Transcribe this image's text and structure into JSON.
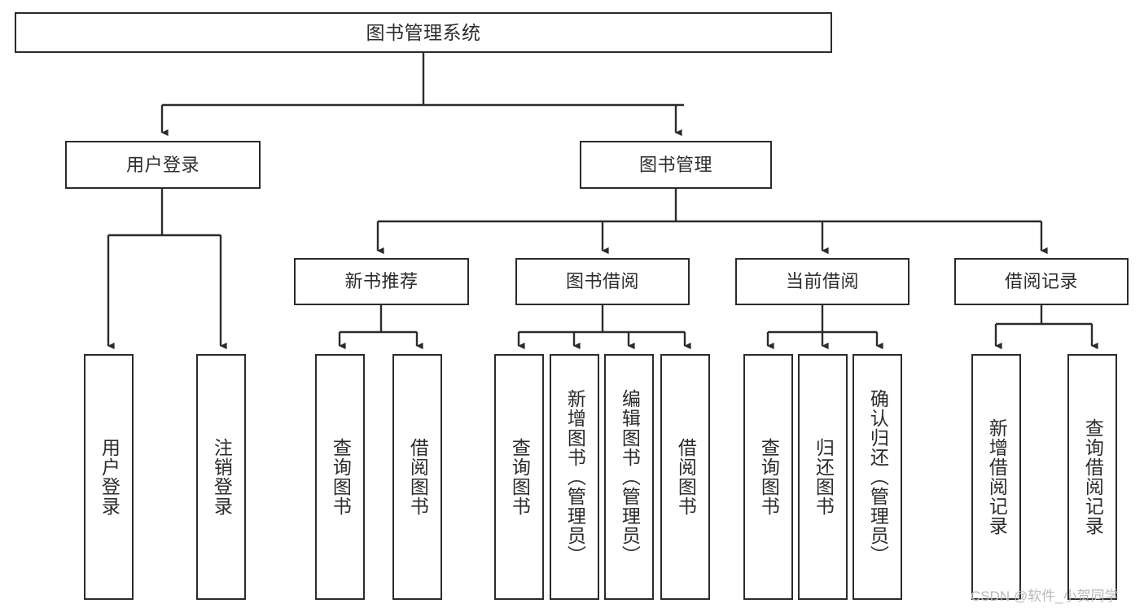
{
  "diagram": {
    "title": "图书管理系统",
    "type": "hierarchy-tree",
    "levels": 4
  },
  "root": {
    "id": "root",
    "label": "图书管理系统"
  },
  "level1": [
    {
      "id": "user-login",
      "label": "用户登录"
    },
    {
      "id": "book-management",
      "label": "图书管理"
    }
  ],
  "level2": [
    {
      "id": "new-book-recommend",
      "label": "新书推荐",
      "parent": "book-management"
    },
    {
      "id": "book-borrow",
      "label": "图书借阅",
      "parent": "book-management"
    },
    {
      "id": "current-borrow",
      "label": "当前借阅",
      "parent": "book-management"
    },
    {
      "id": "borrow-record",
      "label": "借阅记录",
      "parent": "book-management"
    }
  ],
  "leaves": [
    {
      "id": "leaf-user-login",
      "label": "用户登录",
      "parent": "user-login"
    },
    {
      "id": "leaf-logout",
      "label": "注销登录",
      "parent": "user-login"
    },
    {
      "id": "leaf-query-book-1",
      "label": "查询图书",
      "parent": "new-book-recommend"
    },
    {
      "id": "leaf-borrow-book-1",
      "label": "借阅图书",
      "parent": "new-book-recommend"
    },
    {
      "id": "leaf-query-book-2",
      "label": "查询图书",
      "parent": "book-borrow"
    },
    {
      "id": "leaf-add-book",
      "label": "新增图书（管理员）",
      "parent": "book-borrow"
    },
    {
      "id": "leaf-edit-book",
      "label": "编辑图书（管理员）",
      "parent": "book-borrow"
    },
    {
      "id": "leaf-borrow-book-2",
      "label": "借阅图书",
      "parent": "book-borrow"
    },
    {
      "id": "leaf-query-book-3",
      "label": "查询图书",
      "parent": "current-borrow"
    },
    {
      "id": "leaf-return-book",
      "label": "归还图书",
      "parent": "current-borrow"
    },
    {
      "id": "leaf-confirm-return",
      "label": "确认归还（管理员）",
      "parent": "current-borrow"
    },
    {
      "id": "leaf-add-record",
      "label": "新增借阅记录",
      "parent": "borrow-record"
    },
    {
      "id": "leaf-query-record",
      "label": "查询借阅记录",
      "parent": "borrow-record"
    }
  ],
  "watermark": {
    "text": "CSDN @软件_小贺同学"
  },
  "colors": {
    "stroke": "#2b2b2b",
    "background": "#ffffff",
    "text": "#2b2b2b",
    "watermark": "#b9b9b9"
  }
}
